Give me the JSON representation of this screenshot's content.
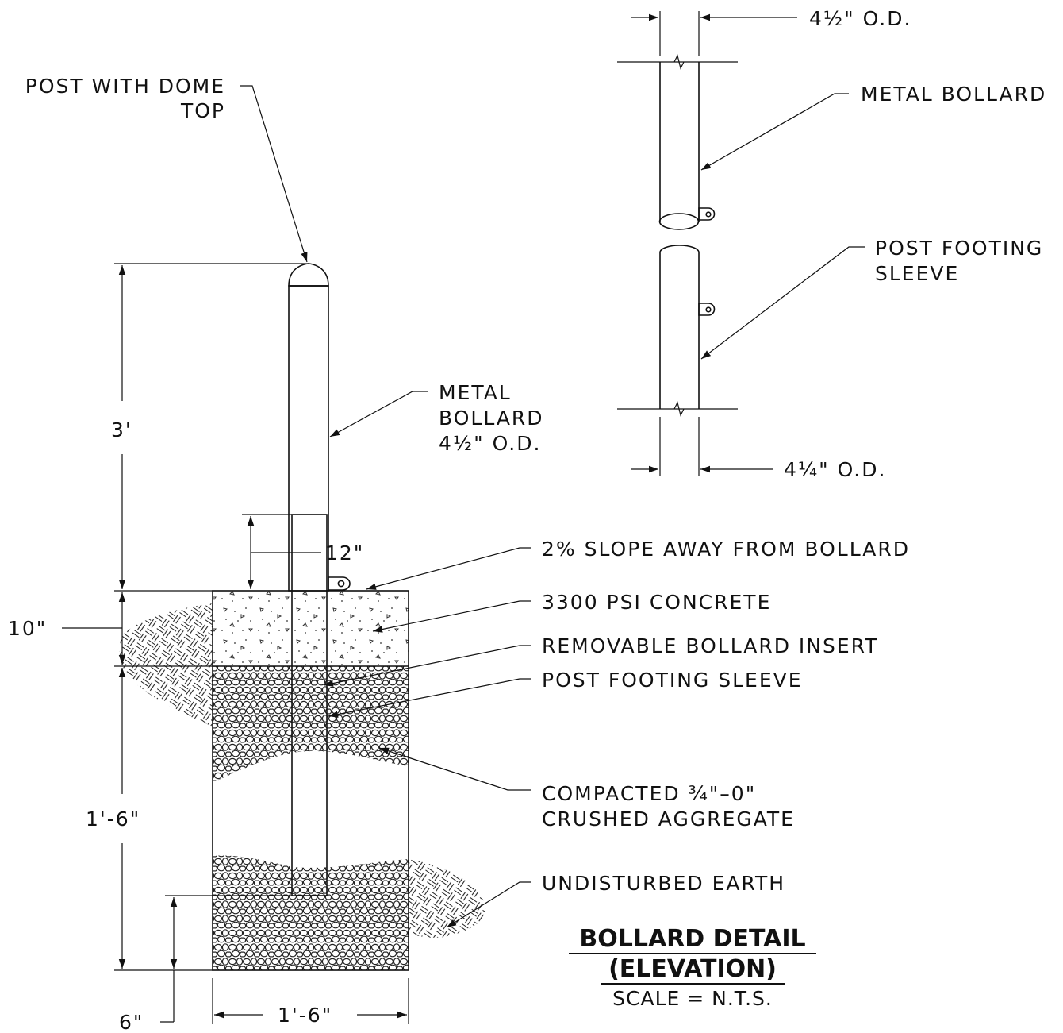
{
  "labels": {
    "dome_top_1": "POST WITH DOME",
    "dome_top_2": "TOP",
    "bollard_1": "METAL",
    "bollard_2": "BOLLARD",
    "bollard_3": "4½\" O.D.",
    "slope": "2% SLOPE AWAY FROM BOLLARD",
    "concrete": "3300 PSI CONCRETE",
    "insert": "REMOVABLE BOLLARD INSERT",
    "sleeve": "POST FOOTING SLEEVE",
    "aggregate_1": "COMPACTED ¾\"–0\"",
    "aggregate_2": "CRUSHED AGGREGATE",
    "earth": "UNDISTURBED EARTH",
    "detail_bollard": "METAL BOLLARD",
    "detail_sleeve_1": "POST FOOTING",
    "detail_sleeve_2": "SLEEVE",
    "od_top": "4½\" O.D.",
    "od_bottom": "4¼\" O.D."
  },
  "dimensions": {
    "height_above": "3'",
    "insert_overlap": "12\"",
    "concrete_depth": "10\"",
    "footing_depth": "1'-6\"",
    "aggregate_base": "6\"",
    "footing_width": "1'-6\""
  },
  "title_block": {
    "title_1": "BOLLARD DETAIL",
    "title_2": "(ELEVATION)",
    "scale": "SCALE = N.T.S."
  },
  "colors": {
    "line": "#111111",
    "background": "#ffffff"
  }
}
